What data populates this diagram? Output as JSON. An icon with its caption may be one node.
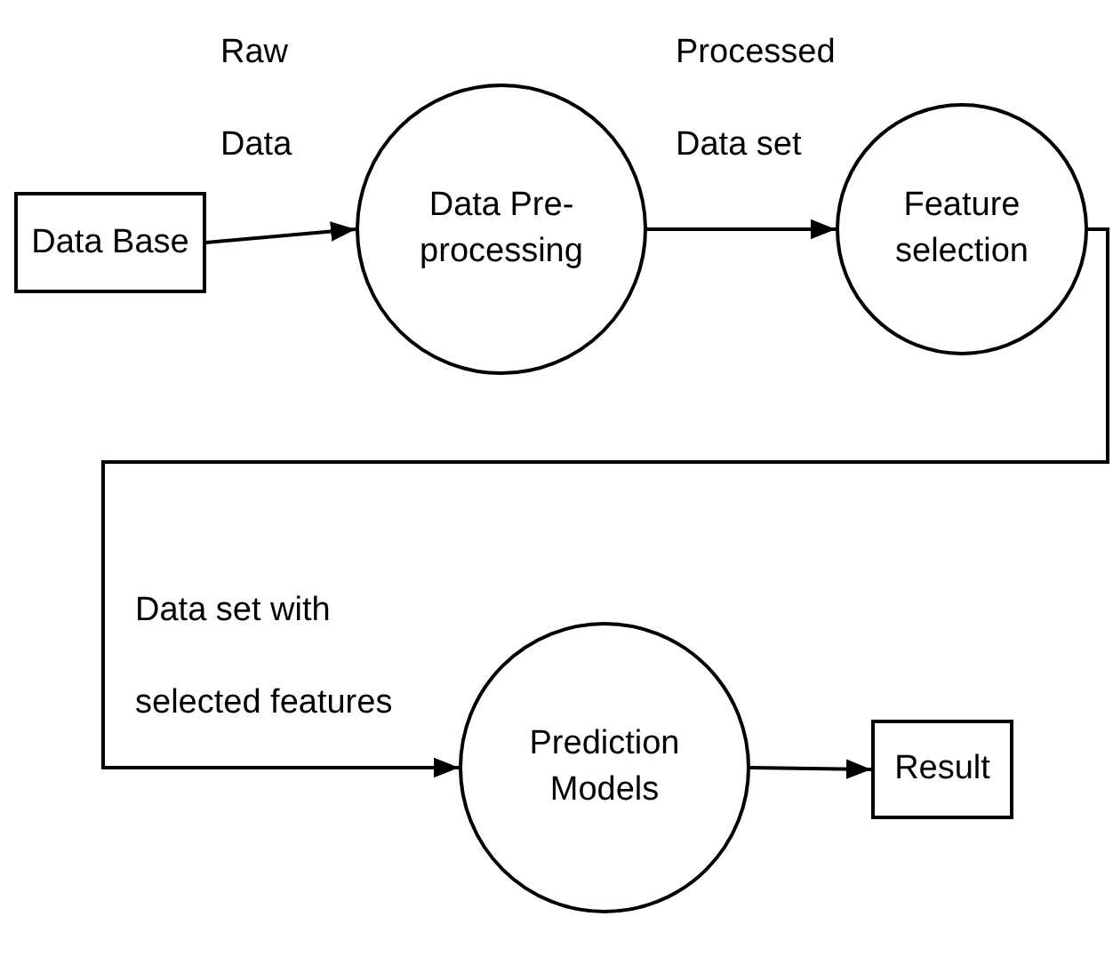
{
  "diagram": {
    "nodes": [
      {
        "text": [
          "Data Base"
        ]
      },
      {
        "text": [
          "Data Pre-processing"
        ]
      },
      {
        "text": [
          "Feature selection"
        ]
      },
      {
        "text": [
          "Prediction Models"
        ]
      },
      {
        "text": [
          "Result"
        ]
      }
    ],
    "edges": [
      {
        "from": 0,
        "to": 1,
        "arrow": "to",
        "label": "Raw Data"
      },
      {
        "from": 1,
        "to": 2,
        "arrow": "to",
        "label": "Processed Data set"
      },
      {
        "from": 2,
        "to": 3,
        "arrow": "to",
        "label": "Data set with selected features"
      },
      {
        "from": 3,
        "to": 4,
        "arrow": "to"
      }
    ]
  }
}
